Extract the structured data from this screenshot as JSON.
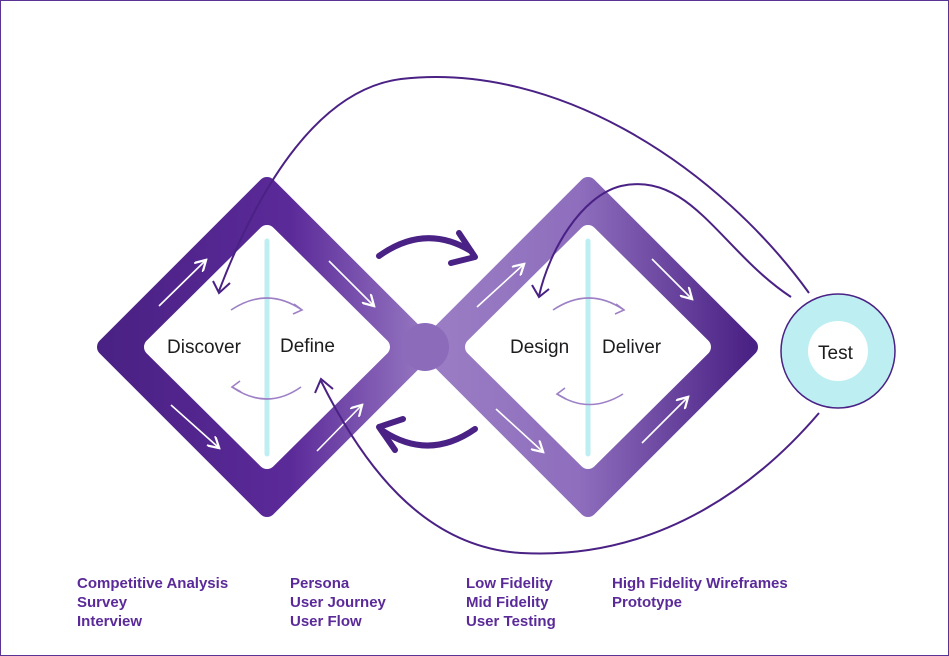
{
  "stages": {
    "discover": "Discover",
    "define": "Define",
    "design": "Design",
    "deliver": "Deliver",
    "test": "Test"
  },
  "columns": {
    "col1": [
      "Competitive Analysis",
      "Survey",
      "Interview"
    ],
    "col2": [
      "Persona",
      "User Journey",
      "User Flow"
    ],
    "col3": [
      "Low Fidelity",
      "Mid Fidelity",
      "User Testing"
    ],
    "col4": [
      "High Fidelity Wireframes",
      "Prototype"
    ]
  },
  "colors": {
    "dark_purple": "#4a2184",
    "mid_purple": "#6a3aa8",
    "light_purple": "#9a7cc4",
    "cyan": "#bdeef2",
    "text_purple": "#5b2a99"
  }
}
